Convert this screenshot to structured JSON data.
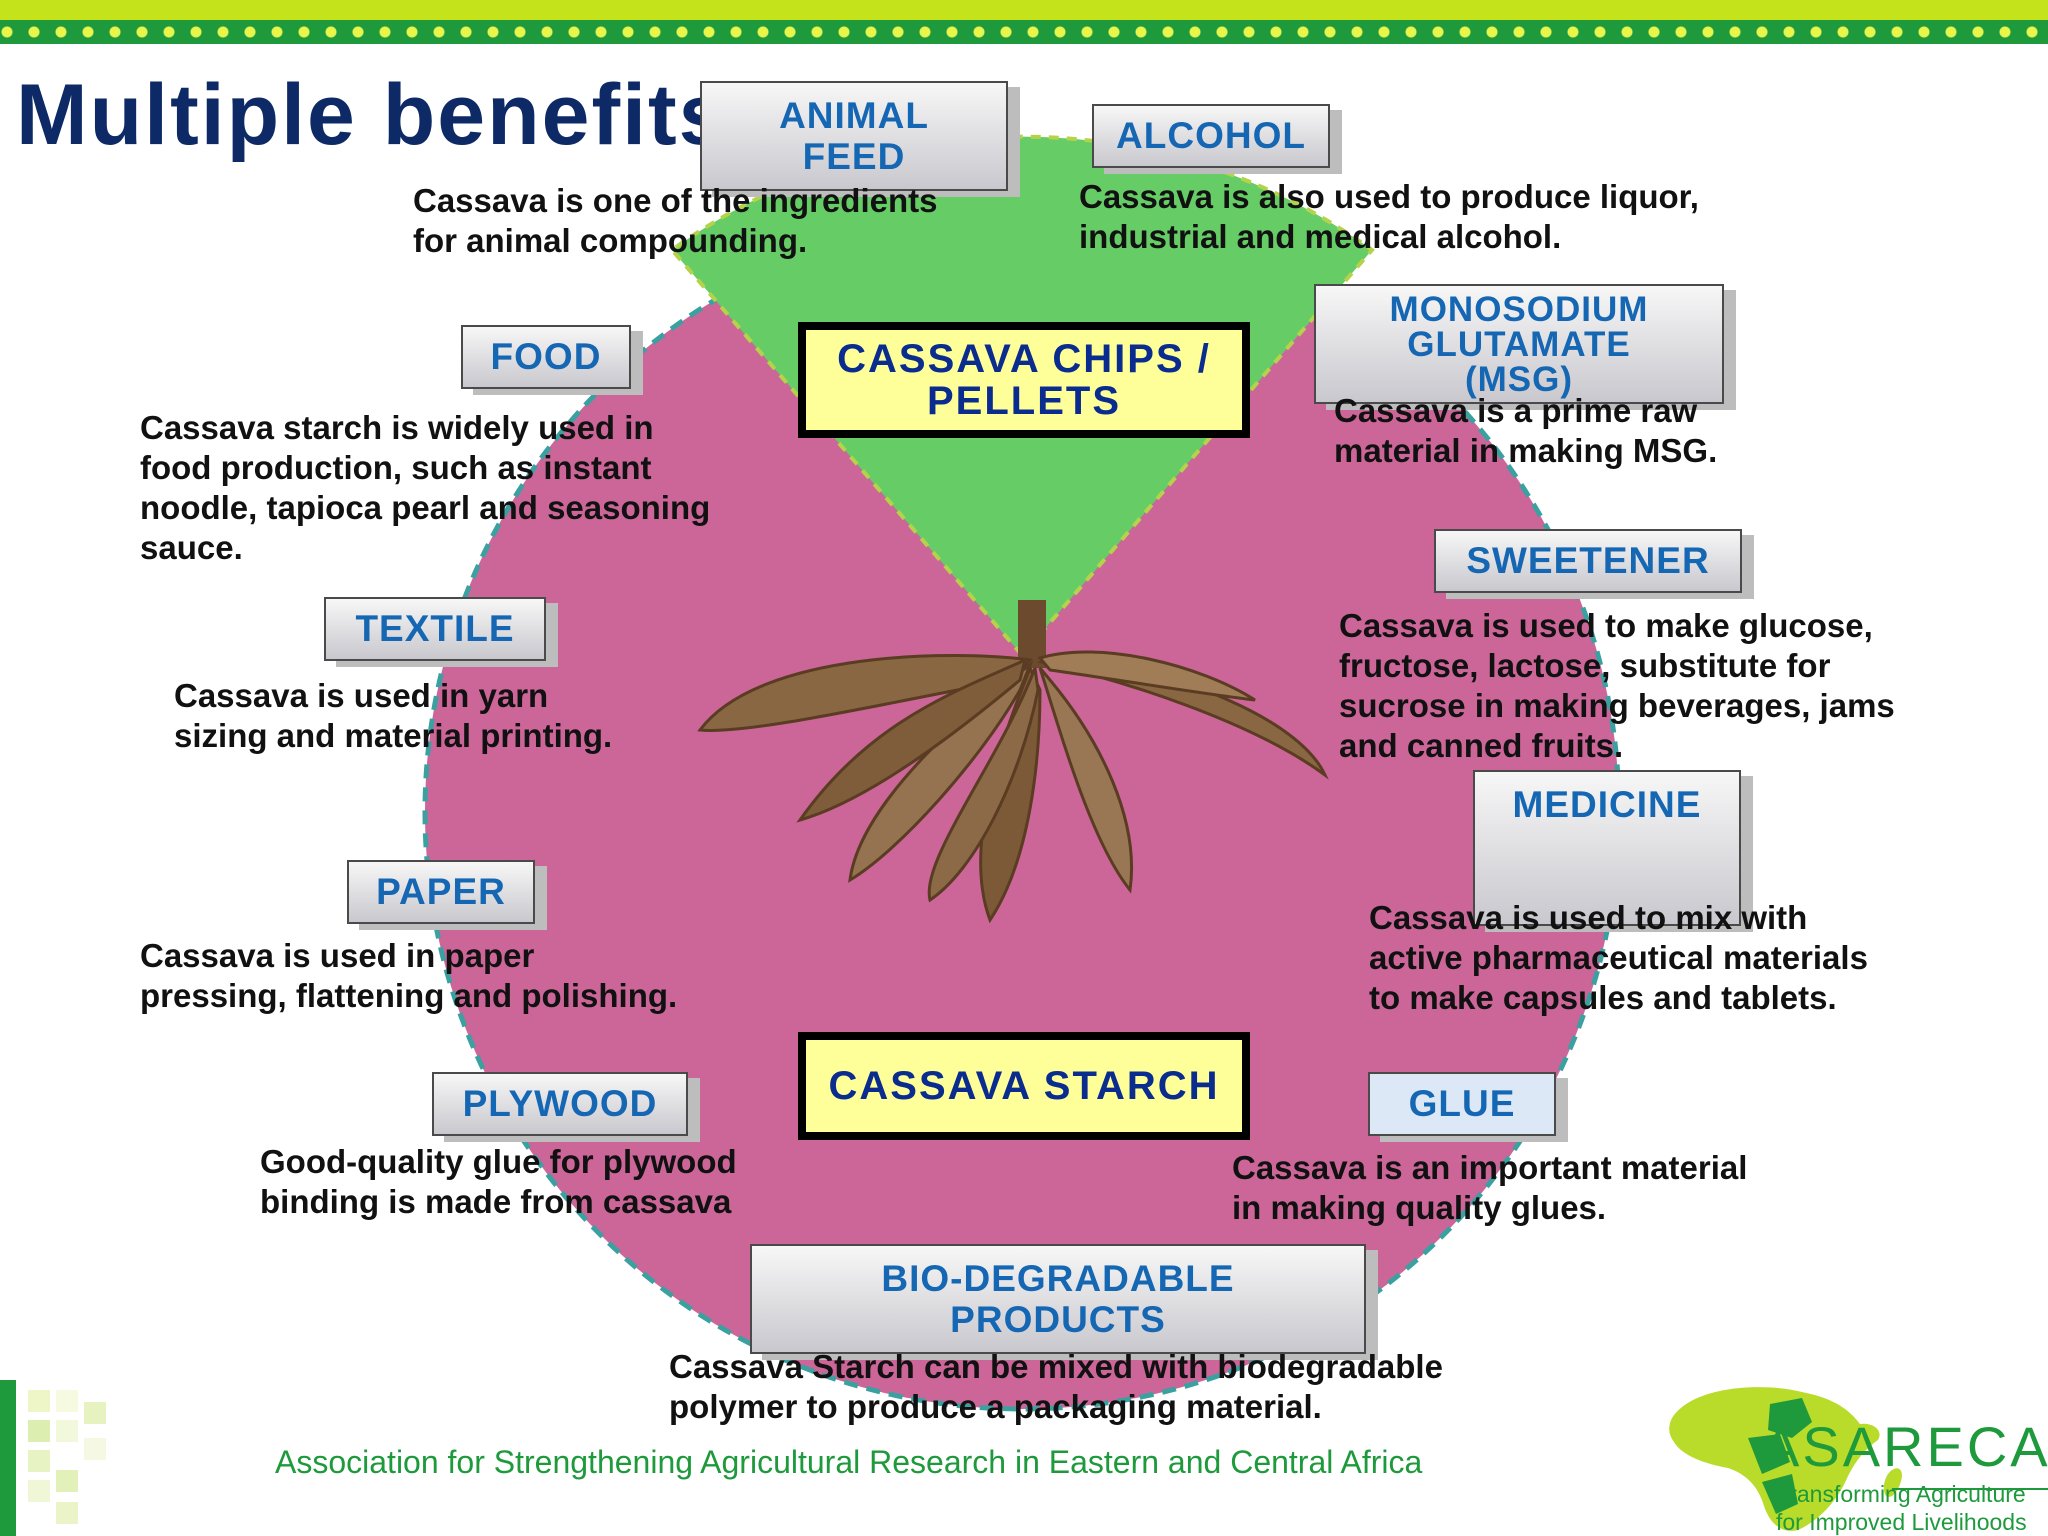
{
  "title": "Multiple benefits",
  "center": {
    "chips": "CASSAVA CHIPS /\nPELLETS",
    "starch": "CASSAVA STARCH"
  },
  "uses": {
    "animal_feed": {
      "label": "ANIMAL\nFEED",
      "desc": "Cassava is one of the ingredients\nfor animal compounding."
    },
    "alcohol": {
      "label": "ALCOHOL",
      "desc": "Cassava is also used to produce liquor,\nindustrial and medical alcohol."
    },
    "msg": {
      "label": "MONOSODIUM\nGLUTAMATE\n(MSG)",
      "desc": "Cassava is a prime raw\nmaterial in making MSG."
    },
    "food": {
      "label": "FOOD",
      "desc": "Cassava starch is widely used in\nfood production, such as instant\nnoodle, tapioca pearl and seasoning\nsauce."
    },
    "sweetener": {
      "label": "SWEETENER",
      "desc": "Cassava is used to make glucose,\nfructose, lactose, substitute for\nsucrose in making beverages, jams\nand canned fruits."
    },
    "textile": {
      "label": "TEXTILE",
      "desc": "Cassava is used in yarn\nsizing and material printing."
    },
    "medicine": {
      "label": "MEDICINE",
      "desc": "Cassava is used to mix with\nactive pharmaceutical materials\nto make capsules and tablets."
    },
    "paper": {
      "label": "PAPER",
      "desc": "Cassava is used in paper\npressing, flattening and polishing."
    },
    "plywood": {
      "label": "PLYWOOD",
      "desc": "Good-quality glue for plywood\nbinding is made from cassava"
    },
    "glue": {
      "label": "GLUE",
      "desc": "Cassava is an important material\nin making quality glues."
    },
    "biodegradable": {
      "label": "BIO-DEGRADABLE\nPRODUCTS",
      "desc": "Cassava Starch can be mixed with biodegradable\npolymer to produce a packaging material."
    }
  },
  "footer": {
    "organization": "Association for Strengthening Agricultural Research in Eastern and Central Africa",
    "logo_name": "ASARECA",
    "logo_tagline": "Transforming Agriculture\nfor Improved Livelihoods"
  },
  "colors": {
    "title": "#0d2a66",
    "label_text": "#1667b3",
    "center_text": "#0a2c8f",
    "center_fill": "#ffff99",
    "wheel_pink": "#cc6699",
    "wheel_green": "#66cc66",
    "brand_green": "#1e9a3c",
    "brand_lime": "#c5e31b"
  },
  "icons": {
    "center_image": "cassava-roots-icon",
    "logo": "africa-map-icon"
  }
}
